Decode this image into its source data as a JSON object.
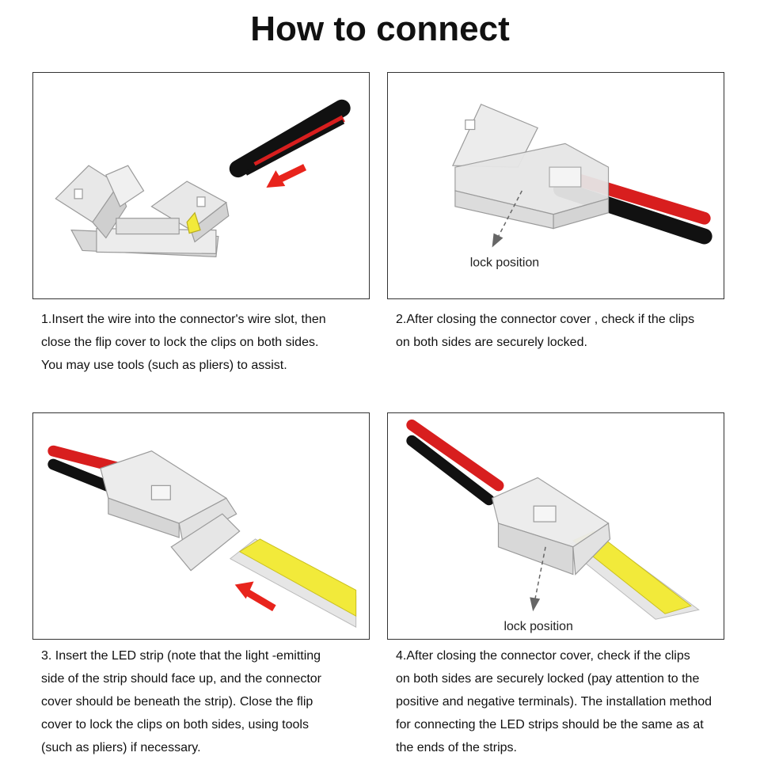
{
  "title": "How to connect",
  "steps": [
    {
      "lines": [
        "1.Insert the wire into the connector's wire slot, then",
        "close the flip cover to lock the clips on both sides.",
        "You may use tools (such as pliers) to assist."
      ]
    },
    {
      "lines": [
        "2.After closing the connector cover , check if the clips",
        "on both sides are securely locked."
      ],
      "label": "lock position"
    },
    {
      "lines": [
        "3. Insert the LED strip (note that the light -emitting",
        "side of the strip should face up, and the connector",
        "cover should be beneath the strip). Close the flip",
        "cover to  lock the clips on both sides, using tools",
        "(such as pliers) if necessary."
      ]
    },
    {
      "lines": [
        "4.After closing the connector cover, check if the clips",
        "on both sides are securely locked (pay attention to the",
        "positive and negative terminals). The installation method",
        "for connecting the LED strips should be the same as at",
        "the ends of the strips."
      ],
      "label": "lock position"
    }
  ],
  "colors": {
    "arrow": "#e8241c",
    "wire_red": "#d81e1e",
    "wire_black": "#111111",
    "led_strip": "#f2ea3a",
    "connector": "#e6e6e6"
  },
  "icons": [
    "insert-arrow-icon",
    "lock-position-pointer-icon"
  ]
}
